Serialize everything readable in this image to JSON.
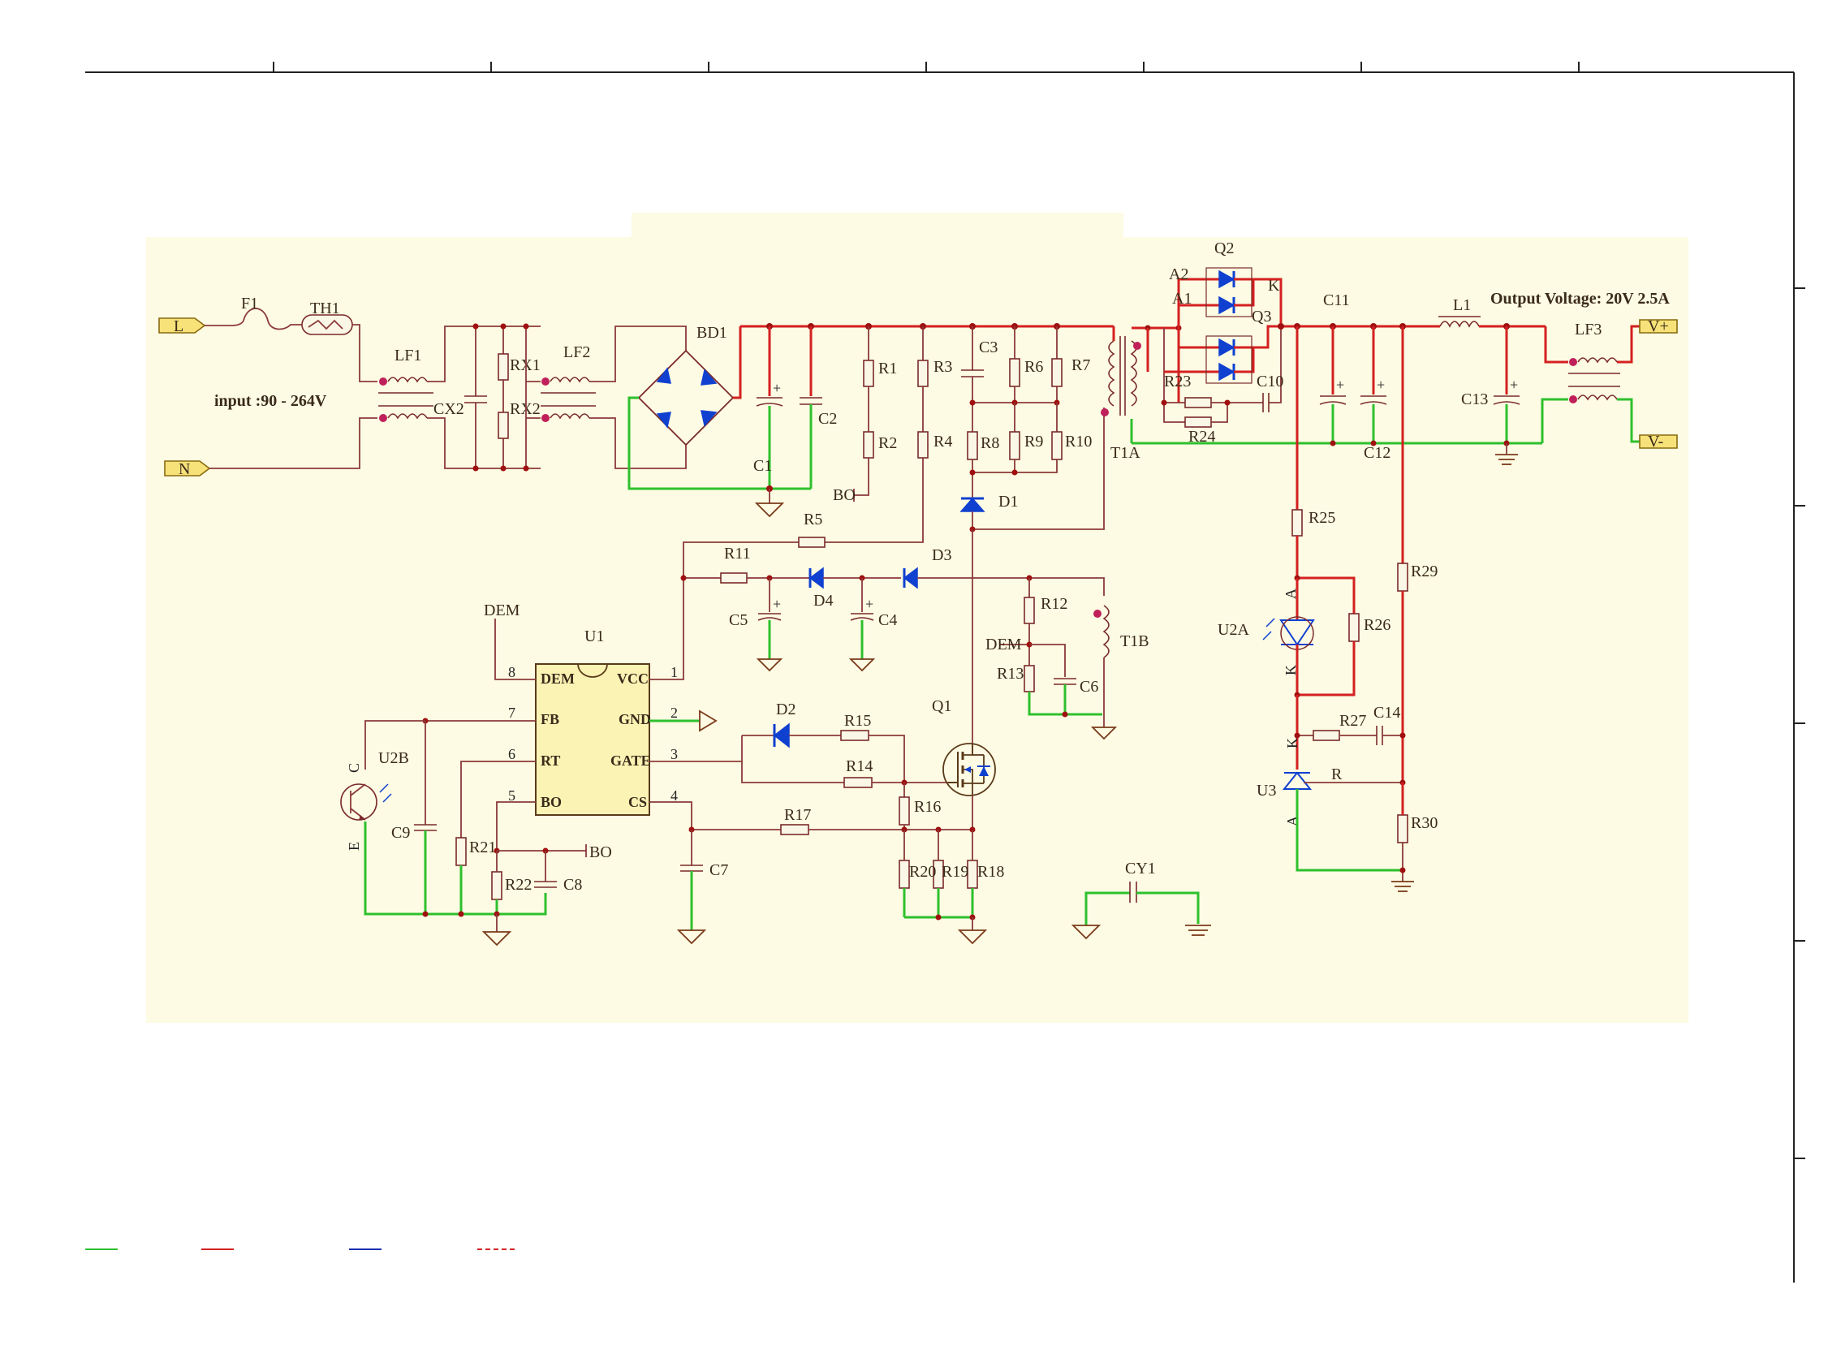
{
  "input_range": "input :90 - 264V",
  "output_spec": "Output Voltage: 20V 2.5A",
  "ports": {
    "line": "L",
    "neutral": "N",
    "vplus": "V+",
    "vminus": "V-"
  },
  "chip": {
    "name": "U1",
    "left_pins": [
      {
        "num": "8",
        "name": "DEM"
      },
      {
        "num": "7",
        "name": "FB"
      },
      {
        "num": "6",
        "name": "RT"
      },
      {
        "num": "5",
        "name": "BO"
      }
    ],
    "right_pins": [
      {
        "num": "1",
        "name": "VCC"
      },
      {
        "num": "2",
        "name": "GND"
      },
      {
        "num": "3",
        "name": "GATE"
      },
      {
        "num": "4",
        "name": "CS"
      }
    ]
  },
  "net_labels": {
    "dem": "DEM",
    "bo": "BO"
  },
  "transistor_pins": {
    "c": "C",
    "e": "E"
  },
  "optocoupler_pins": {
    "a": "A",
    "k": "K"
  },
  "regulator_pins": {
    "k": "K",
    "r": "R",
    "a": "A"
  },
  "rectifier_pins": {
    "a2": "A2",
    "a1": "A1",
    "k": "K"
  },
  "designators": {
    "F1": "F1",
    "TH1": "TH1",
    "LF1": "LF1",
    "CX2": "CX2",
    "RX1": "RX1",
    "RX2": "RX2",
    "LF2": "LF2",
    "BD1": "BD1",
    "C1": "C1",
    "C2": "C2",
    "R1": "R1",
    "R2": "R2",
    "R3": "R3",
    "R4": "R4",
    "C3": "C3",
    "R6": "R6",
    "R7": "R7",
    "R8": "R8",
    "R9": "R9",
    "R10": "R10",
    "D1": "D1",
    "T1A": "T1A",
    "R5": "R5",
    "R11": "R11",
    "D3": "D3",
    "D4": "D4",
    "C4": "C4",
    "C5": "C5",
    "R12": "R12",
    "R13": "R13",
    "C6": "C6",
    "T1B": "T1B",
    "U2B": "U2B",
    "C9": "C9",
    "R21": "R21",
    "R22": "R22",
    "C8": "C8",
    "D2": "D2",
    "R15": "R15",
    "R14": "R14",
    "Q1": "Q1",
    "R16": "R16",
    "R17": "R17",
    "C7": "C7",
    "R20": "R20",
    "R19": "R19",
    "R18": "R18",
    "CY1": "CY1",
    "Q2": "Q2",
    "Q3": "Q3",
    "R23": "R23",
    "C10": "C10",
    "R24": "R24",
    "C11": "C11",
    "C12": "C12",
    "L1": "L1",
    "C13": "C13",
    "LF3": "LF3",
    "R25": "R25",
    "U2A": "U2A",
    "R26": "R26",
    "R29": "R29",
    "R27": "R27",
    "C14": "C14",
    "U3": "U3",
    "R30": "R30"
  },
  "wire_colors": {
    "ground": "#2ec02e",
    "power": "#d42020",
    "signal": "#1a2fb0",
    "primary": "#8b3a3a"
  }
}
